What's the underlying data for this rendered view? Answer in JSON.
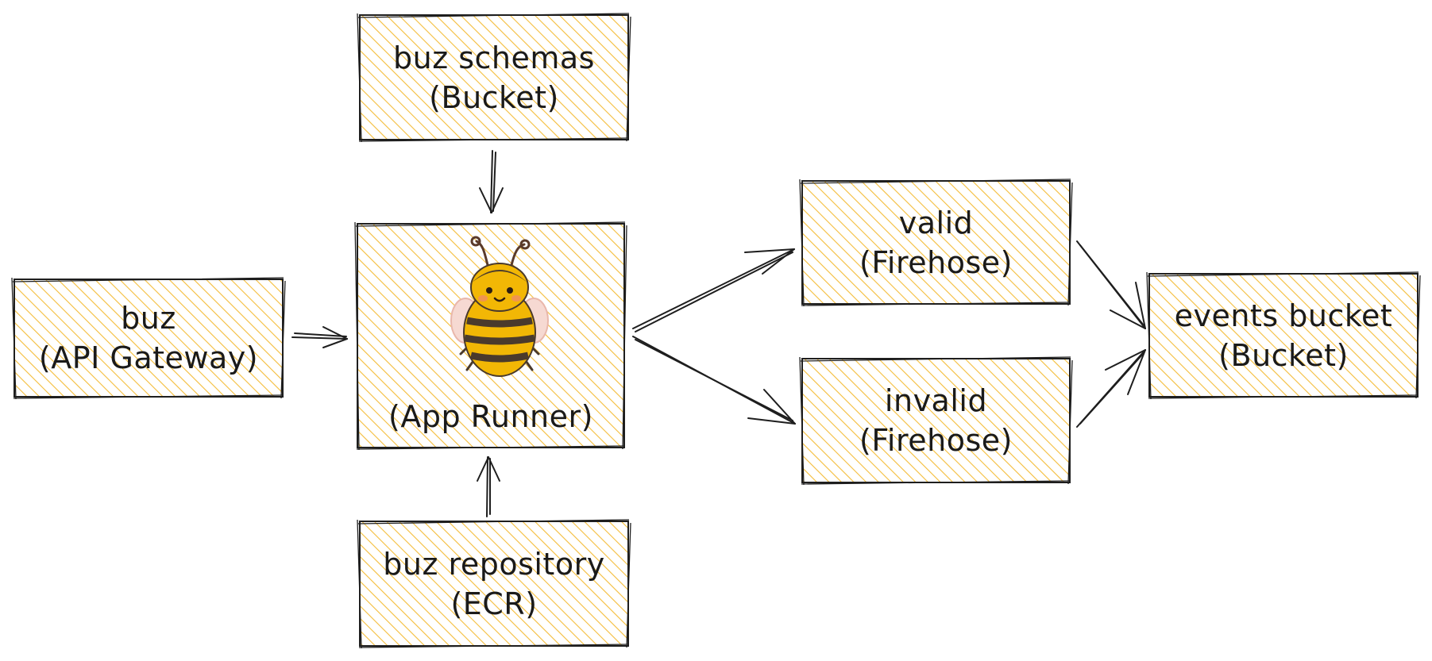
{
  "nodes": {
    "api_gateway": {
      "line1": "buz",
      "line2": "(API Gateway)"
    },
    "schemas": {
      "line1": "buz schemas",
      "line2": "(Bucket)"
    },
    "app_runner": {
      "line1": "(App Runner)"
    },
    "repository": {
      "line1": "buz repository",
      "line2": "(ECR)"
    },
    "valid": {
      "line1": "valid",
      "line2": "(Firehose)"
    },
    "invalid": {
      "line1": "invalid",
      "line2": "(Firehose)"
    },
    "events_bucket": {
      "line1": "events bucket",
      "line2": "(Bucket)"
    }
  },
  "edges": [
    {
      "from": "api_gateway",
      "to": "app_runner"
    },
    {
      "from": "schemas",
      "to": "app_runner"
    },
    {
      "from": "repository",
      "to": "app_runner"
    },
    {
      "from": "app_runner",
      "to": "valid"
    },
    {
      "from": "app_runner",
      "to": "invalid"
    },
    {
      "from": "valid",
      "to": "events_bucket"
    },
    {
      "from": "invalid",
      "to": "events_bucket"
    }
  ],
  "colors": {
    "fill": "#f4bd3a",
    "stroke": "#1e1e1e",
    "bee_body": "#f2b705",
    "bee_stripe": "#4a3a2c",
    "bee_wing": "#f6d9d2"
  },
  "icons": {
    "app_runner": "bee-icon"
  }
}
